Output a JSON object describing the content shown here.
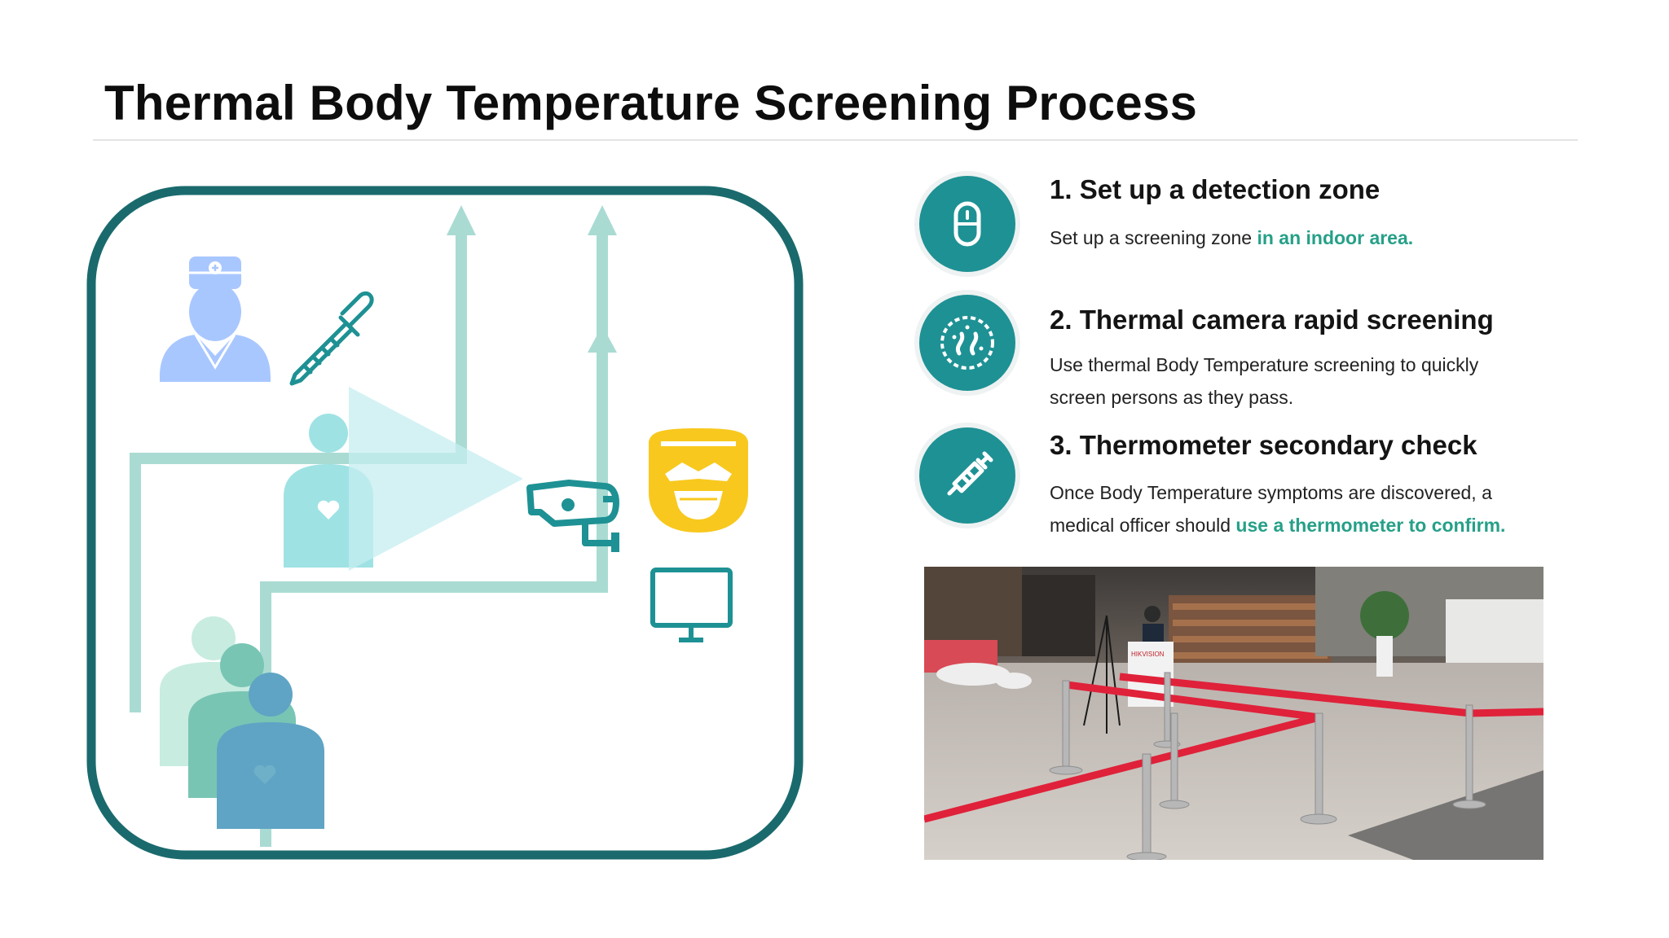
{
  "title": "Thermal Body Temperature Screening Process",
  "colors": {
    "teal_dark": "#1a6a6d",
    "teal": "#1e9194",
    "highlight": "#26a088",
    "path_light": "#a9dbd3",
    "cone": "#c6edf0",
    "nurse_blue": "#a9c7ff",
    "mask_yellow": "#f8c81e"
  },
  "diagram": {
    "icons": [
      "nurse-icon",
      "dropper-thermometer-icon",
      "person-heart-icon",
      "camera-cone-icon",
      "thermal-camera-icon",
      "masked-face-icon",
      "monitor-icon",
      "queue-people-icon"
    ]
  },
  "steps": [
    {
      "icon": "capsule-icon",
      "title": "1. Set up a detection zone",
      "desc_plain": "Set up a screening zone ",
      "desc_highlight": "in an indoor area."
    },
    {
      "icon": "bacteria-icon",
      "title": "2. Thermal camera rapid screening",
      "desc_line1": "Use thermal Body Temperature screening to quickly",
      "desc_line2": "screen persons as they pass."
    },
    {
      "icon": "syringe-icon",
      "title": "3. Thermometer secondary check",
      "desc_line1": "Once Body Temperature symptoms are discovered, a",
      "desc_plain2": "medical officer should ",
      "desc_highlight2": "use a thermometer to confirm."
    }
  ],
  "photo": {
    "kiosk_brand": "HIKVISION"
  }
}
